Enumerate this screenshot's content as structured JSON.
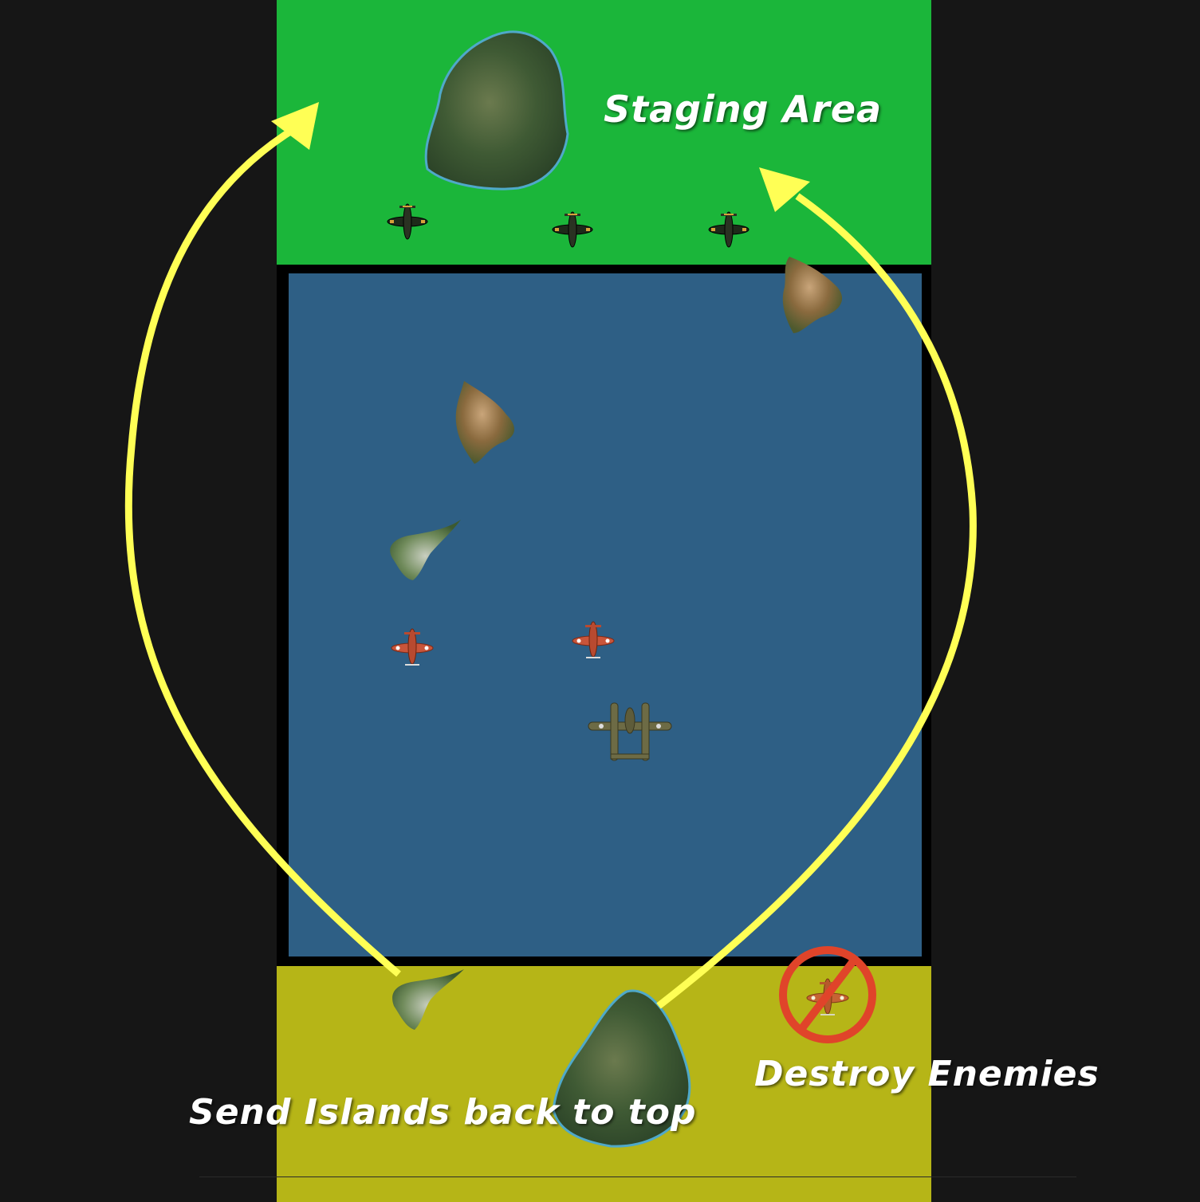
{
  "labels": {
    "staging": "Staging Area",
    "destroy": "Destroy Enemies",
    "send": "Send Islands back to top"
  },
  "colors": {
    "background": "#161616",
    "staging_zone": "#1bb63a",
    "ocean": "#2e5f85",
    "recycle_zone": "#b6b517",
    "arrow": "#ffff55",
    "no_symbol": "#e0442a",
    "enemy_plane": "#c9553a",
    "staged_plane": "#1e2a1a",
    "player_plane": "#6d6b45"
  },
  "icons": [
    "island-icon",
    "enemy-plane-icon",
    "player-plane-icon",
    "no-symbol-icon",
    "arrow-icon"
  ]
}
